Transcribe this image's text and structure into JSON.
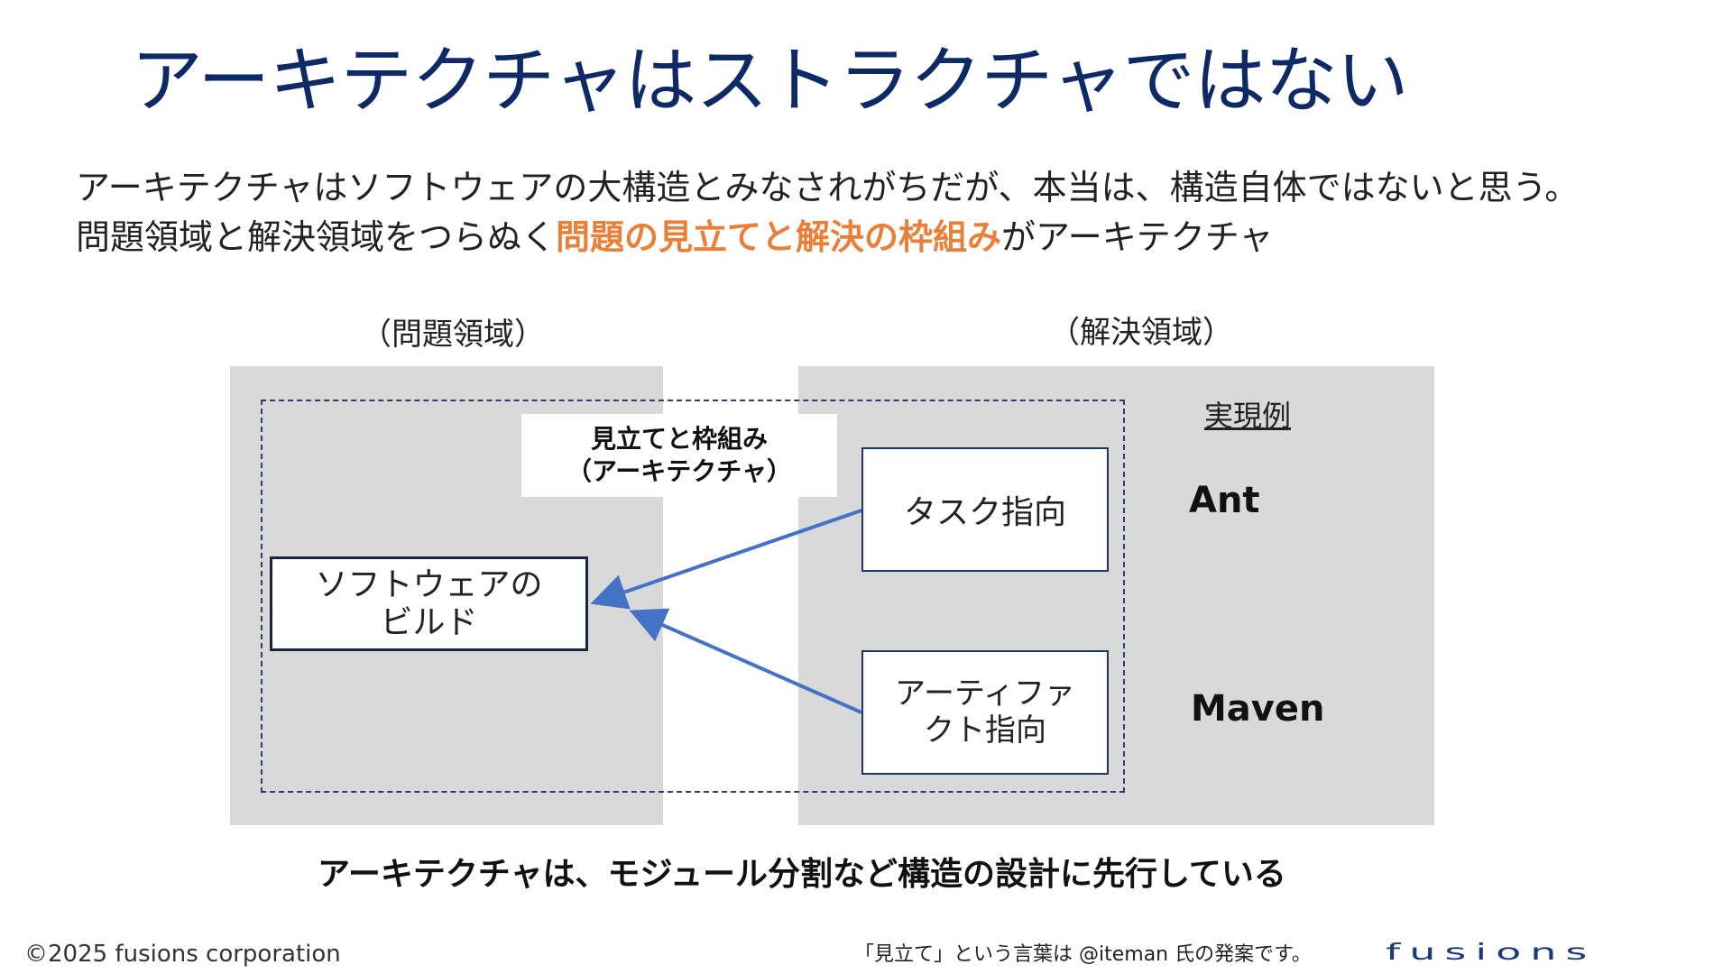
{
  "title": "アーキテクチャはストラクチャではない",
  "lead": {
    "line1": "アーキテクチャはソフトウェアの大構造とみなされがちだが、本当は、構造自体ではないと思う。",
    "line2_before": "問題領域と解決領域をつらぬく",
    "line2_highlight": "問題の見立てと解決の枠組み",
    "line2_after": "がアーキテクチャ"
  },
  "diagram": {
    "problem_domain_label": "（問題領域）",
    "solution_domain_label": "（解決領域）",
    "architecture_box": {
      "line1": "見立てと枠組み",
      "line2": "（アーキテクチャ）"
    },
    "build_node": {
      "line1": "ソフトウェアの",
      "line2": "ビルド"
    },
    "task_node": "タスク指向",
    "artifact_node": {
      "line1": "アーティファ",
      "line2": "クト指向"
    },
    "examples_label": "実現例",
    "examples": [
      "Ant",
      "Maven"
    ],
    "colors": {
      "panel": "#d9d9d9",
      "arrow": "#4472c4",
      "title": "#0d2a66",
      "highlight": "#e8803a"
    }
  },
  "conclusion": "アーキテクチャは、モジュール分割など構造の設計に先行している",
  "footer": {
    "copyright": "©2025 fusions corporation",
    "footnote": "「見立て」という言葉は @iteman 氏の発案です。",
    "logo": "fusions"
  }
}
